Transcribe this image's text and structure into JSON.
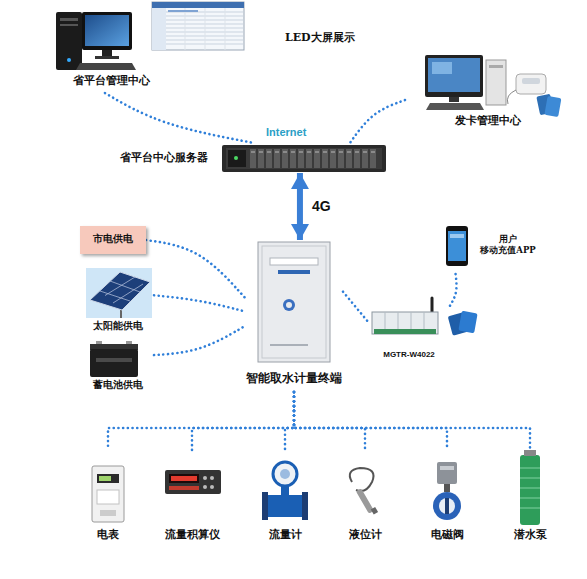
{
  "diagram": {
    "nodes": [
      {
        "text": [
          "省平台管理中心"
        ]
      },
      {
        "text": [
          "LED大屏展示"
        ]
      },
      {
        "text": [
          "发卡管理中心"
        ]
      },
      {
        "text": [
          "省平台中心服务器"
        ]
      },
      {
        "text": [
          "市电供电"
        ]
      },
      {
        "text": [
          "太阳能供电"
        ]
      },
      {
        "text": [
          "蓄电池供电"
        ]
      },
      {
        "text": [
          "智能取水计量终端"
        ]
      },
      {
        "text": [
          "用户 移动充值APP"
        ]
      },
      {
        "text": [
          "MGTR-W4022"
        ]
      },
      {
        "text": [
          "电表"
        ]
      },
      {
        "text": [
          "流量积算仪"
        ]
      },
      {
        "text": [
          "流量计"
        ]
      },
      {
        "text": [
          "液位计"
        ]
      },
      {
        "text": [
          "电磁阀"
        ]
      },
      {
        "text": [
          "潜水泵"
        ]
      }
    ],
    "edges": [
      {
        "from": 0,
        "to": 3,
        "arrow": "none"
      },
      {
        "from": 2,
        "to": 3,
        "arrow": "none"
      },
      {
        "from": 3,
        "to": 7,
        "label": "4G",
        "arrow": "both"
      },
      {
        "from": 4,
        "to": 7,
        "arrow": "none"
      },
      {
        "from": 5,
        "to": 7,
        "arrow": "none"
      },
      {
        "from": 6,
        "to": 7,
        "arrow": "none"
      },
      {
        "from": 7,
        "to": 9,
        "arrow": "none"
      },
      {
        "from": 9,
        "to": 8,
        "arrow": "none"
      },
      {
        "from": 7,
        "to": 10,
        "arrow": "none"
      },
      {
        "from": 7,
        "to": 11,
        "arrow": "none"
      },
      {
        "from": 7,
        "to": 12,
        "arrow": "none"
      },
      {
        "from": 7,
        "to": 13,
        "arrow": "none"
      },
      {
        "from": 7,
        "to": 14,
        "arrow": "none"
      },
      {
        "from": 7,
        "to": 15,
        "arrow": "none"
      }
    ],
    "labels": [
      "Internet"
    ]
  }
}
